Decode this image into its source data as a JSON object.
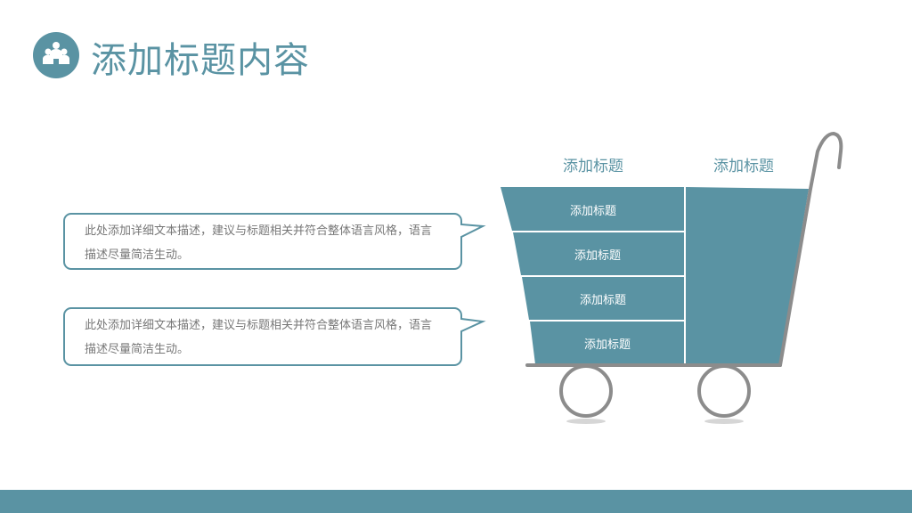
{
  "header": {
    "title": "添加标题内容",
    "icon": "people-group-icon"
  },
  "bubbles": [
    {
      "text": "此处添加详细文本描述，建议与标题相关并符合整体语言风格，语言描述尽量简洁生动。"
    },
    {
      "text": "此处添加详细文本描述，建议与标题相关并符合整体语言风格，语言描述尽量简洁生动。"
    }
  ],
  "cart": {
    "column_titles": [
      "添加标题",
      "添加标题"
    ],
    "bands": [
      "添加标题",
      "添加标题",
      "添加标题",
      "添加标题"
    ]
  },
  "colors": {
    "accent": "#5a93a3",
    "cart_frame": "#8c8c8c",
    "text_gray": "#777777"
  }
}
